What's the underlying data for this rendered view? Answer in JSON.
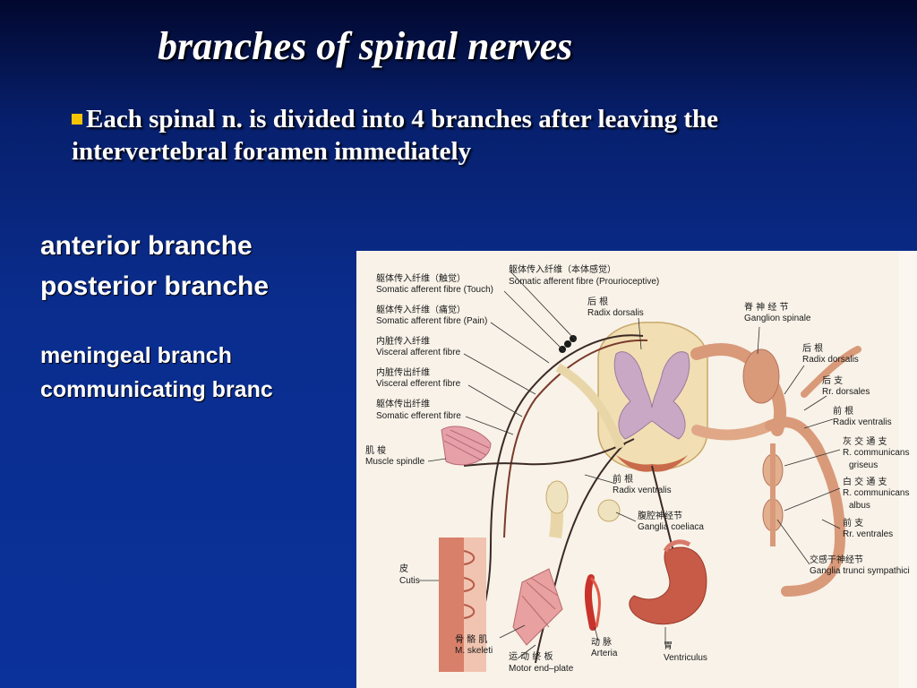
{
  "title": "branches of  spinal nerves",
  "bullet": "Each spinal n. is divided into 4 branches after leaving the intervertebral foramen immediately",
  "branches_main": [
    "anterior branche",
    "posterior branche"
  ],
  "branches_minor": [
    "meningeal branch",
    "communicating branc"
  ],
  "figure": {
    "labels": {
      "touch_cn": "躯体传入纤维（触觉）",
      "touch_en": "Somatic afferent fibre (Touch)",
      "prop_cn": "躯体传入纤维（本体感觉）",
      "prop_en": "Somatic afferent fibre (Prourioceptive)",
      "pain_cn": "躯体传入纤维（痛觉）",
      "pain_en": "Somatic afferent fibre (Pain)",
      "vaff_cn": "内脏传入纤维",
      "vaff_en": "Visceral afferent fibre",
      "veff_cn": "内脏传出纤维",
      "veff_en": "Visceral efferent fibre",
      "seff_cn": "躯体传出纤维",
      "seff_en": "Somatic efferent fibre",
      "rdors1_cn": "后    根",
      "rdors1_en": "Radix dorsalis",
      "gang_cn": "脊 神 经 节",
      "gang_en": "Ganglion spinale",
      "rdors2_cn": "后    根",
      "rdors2_en": "Radix dorsalis",
      "rrdors_cn": "后    支",
      "rrdors_en": "Rr. dorsales",
      "rvent_cn": "前    根",
      "rvent_en": "Radix ventralis",
      "rcg_cn": "灰 交 通 支",
      "rcg_en1": "R. communicans",
      "rcg_en2": "griseus",
      "rca_cn": "白 交 通 支",
      "rca_en1": "R. communicans",
      "rca_en2": "albus",
      "rrvent_cn": "前    支",
      "rrvent_en": "Rr. ventrales",
      "sym_cn": "交感干神经节",
      "sym_en": "Ganglia trunci sympathici",
      "spindle_cn": "肌    梭",
      "spindle_en": "Muscle spindle",
      "rventc_cn": "前    根",
      "rventc_en": "Radix ventralis",
      "coel_cn": "腹腔神经节",
      "coel_en": "Ganglia coeliaca",
      "cutis_cn": "皮",
      "cutis_en": "Cutis",
      "mskel_cn": "骨   骼   肌",
      "mskel_en": "M. skeleti",
      "motor_cn": "运 动 终 板",
      "motor_en": "Motor end–plate",
      "art_cn": "动       脉",
      "art_en": "Arteria",
      "vent_cn": "胃",
      "vent_en": "Ventriculus"
    }
  }
}
